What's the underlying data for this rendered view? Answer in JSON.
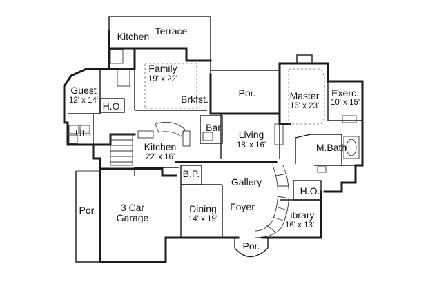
{
  "rooms": [
    {
      "id": "terrace",
      "name": "Terrace",
      "dim": ""
    },
    {
      "id": "kitchen-outdoor",
      "name": "Kitchen",
      "dim": ""
    },
    {
      "id": "family",
      "name": "Family",
      "dim": "19' x 22'"
    },
    {
      "id": "guest",
      "name": "Guest",
      "dim": "12' x 14'"
    },
    {
      "id": "ho-left",
      "name": "H.O.",
      "dim": ""
    },
    {
      "id": "util",
      "name": "Util.",
      "dim": ""
    },
    {
      "id": "brkfst",
      "name": "Brkfst.",
      "dim": ""
    },
    {
      "id": "por-top",
      "name": "Por.",
      "dim": ""
    },
    {
      "id": "master",
      "name": "Master",
      "dim": "16' x 23'"
    },
    {
      "id": "exerc",
      "name": "Exerc.",
      "dim": "10' x 15'"
    },
    {
      "id": "bar",
      "name": "Bar",
      "dim": ""
    },
    {
      "id": "living",
      "name": "Living",
      "dim": "18' x 16'"
    },
    {
      "id": "mbath",
      "name": "M.Bath",
      "dim": ""
    },
    {
      "id": "kitchen",
      "name": "Kitchen",
      "dim": "22' x 16'"
    },
    {
      "id": "bp",
      "name": "B.P.",
      "dim": ""
    },
    {
      "id": "gallery",
      "name": "Gallery",
      "dim": ""
    },
    {
      "id": "ho-right",
      "name": "H.O.",
      "dim": ""
    },
    {
      "id": "por-left",
      "name": "Por.",
      "dim": ""
    },
    {
      "id": "garage",
      "name": "3 Car",
      "dim": "Garage"
    },
    {
      "id": "dining",
      "name": "Dining",
      "dim": "14' x 19'"
    },
    {
      "id": "foyer",
      "name": "Foyer",
      "dim": ""
    },
    {
      "id": "library",
      "name": "Library",
      "dim": "16' x 13'"
    },
    {
      "id": "por-bottom",
      "name": "Por.",
      "dim": ""
    }
  ]
}
